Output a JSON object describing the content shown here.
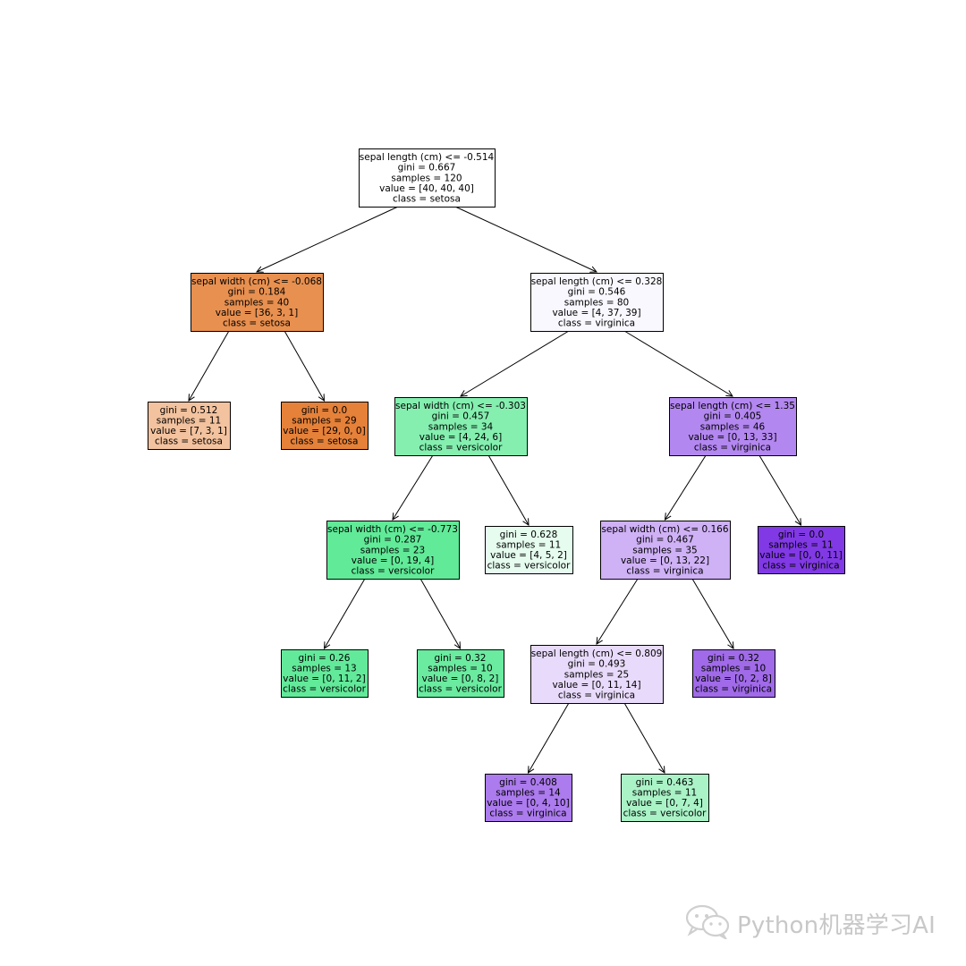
{
  "tree": {
    "nodes": [
      {
        "id": "n0",
        "fill": "#ffffff",
        "lines": [
          "sepal length (cm) <= -0.514",
          "gini = 0.667",
          "samples = 120",
          "value = [40, 40, 40]",
          "class = setosa"
        ]
      },
      {
        "id": "n1",
        "fill": "#e89050",
        "lines": [
          "sepal width (cm) <= -0.068",
          "gini = 0.184",
          "samples = 40",
          "value = [36, 3, 1]",
          "class = setosa"
        ]
      },
      {
        "id": "n2",
        "fill": "#f3c29e",
        "lines": [
          "gini = 0.512",
          "samples = 11",
          "value = [7, 3, 1]",
          "class = setosa"
        ]
      },
      {
        "id": "n3",
        "fill": "#e58139",
        "lines": [
          "gini = 0.0",
          "samples = 29",
          "value = [29, 0, 0]",
          "class = setosa"
        ]
      },
      {
        "id": "n4",
        "fill": "#f9f8fe",
        "lines": [
          "sepal length (cm) <= 0.328",
          "gini = 0.546",
          "samples = 80",
          "value = [4, 37, 39]",
          "class = virginica"
        ]
      },
      {
        "id": "n5",
        "fill": "#84efaf",
        "lines": [
          "sepal width (cm) <= -0.303",
          "gini = 0.457",
          "samples = 34",
          "value = [4, 24, 6]",
          "class = versicolor"
        ]
      },
      {
        "id": "n6",
        "fill": "#61ea98",
        "lines": [
          "sepal width (cm) <= -0.773",
          "gini = 0.287",
          "samples = 23",
          "value = [0, 19, 4]",
          "class = versicolor"
        ]
      },
      {
        "id": "n7",
        "fill": "#62ea9a",
        "lines": [
          "gini = 0.26",
          "samples = 13",
          "value = [0, 11, 2]",
          "class = versicolor"
        ]
      },
      {
        "id": "n8",
        "fill": "#6aeba0",
        "lines": [
          "gini = 0.32",
          "samples = 10",
          "value = [0, 8, 2]",
          "class = versicolor"
        ]
      },
      {
        "id": "n9",
        "fill": "#e6fcef",
        "lines": [
          "gini = 0.628",
          "samples = 11",
          "value = [4, 5, 2]",
          "class = versicolor"
        ]
      },
      {
        "id": "n10",
        "fill": "#b387f0",
        "lines": [
          "sepal length (cm) <= 1.35",
          "gini = 0.405",
          "samples = 46",
          "value = [0, 13, 33]",
          "class = virginica"
        ]
      },
      {
        "id": "n11",
        "fill": "#cfb1f6",
        "lines": [
          "sepal width (cm) <= 0.166",
          "gini = 0.467",
          "samples = 35",
          "value = [0, 13, 22]",
          "class = virginica"
        ]
      },
      {
        "id": "n12",
        "fill": "#e8dafa",
        "lines": [
          "sepal length (cm) <= 0.809",
          "gini = 0.493",
          "samples = 25",
          "value = [0, 11, 14]",
          "class = virginica"
        ]
      },
      {
        "id": "n13",
        "fill": "#ac7bee",
        "lines": [
          "gini = 0.408",
          "samples = 14",
          "value = [0, 4, 10]",
          "class = virginica"
        ]
      },
      {
        "id": "n14",
        "fill": "#aaf3c7",
        "lines": [
          "gini = 0.463",
          "samples = 11",
          "value = [0, 7, 4]",
          "class = versicolor"
        ]
      },
      {
        "id": "n15",
        "fill": "#a06ae9",
        "lines": [
          "gini = 0.32",
          "samples = 10",
          "value = [0, 2, 8]",
          "class = virginica"
        ]
      },
      {
        "id": "n16",
        "fill": "#8139e5",
        "lines": [
          "gini = 0.0",
          "samples = 11",
          "value = [0, 0, 11]",
          "class = virginica"
        ]
      }
    ],
    "edges": [
      [
        "n0",
        "n1"
      ],
      [
        "n0",
        "n4"
      ],
      [
        "n1",
        "n2"
      ],
      [
        "n1",
        "n3"
      ],
      [
        "n4",
        "n5"
      ],
      [
        "n4",
        "n10"
      ],
      [
        "n5",
        "n6"
      ],
      [
        "n5",
        "n9"
      ],
      [
        "n6",
        "n7"
      ],
      [
        "n6",
        "n8"
      ],
      [
        "n10",
        "n11"
      ],
      [
        "n10",
        "n16"
      ],
      [
        "n11",
        "n12"
      ],
      [
        "n11",
        "n15"
      ],
      [
        "n12",
        "n13"
      ],
      [
        "n12",
        "n14"
      ]
    ]
  },
  "watermark": {
    "icon": "wechat-icon",
    "text": "Python机器学习AI"
  }
}
